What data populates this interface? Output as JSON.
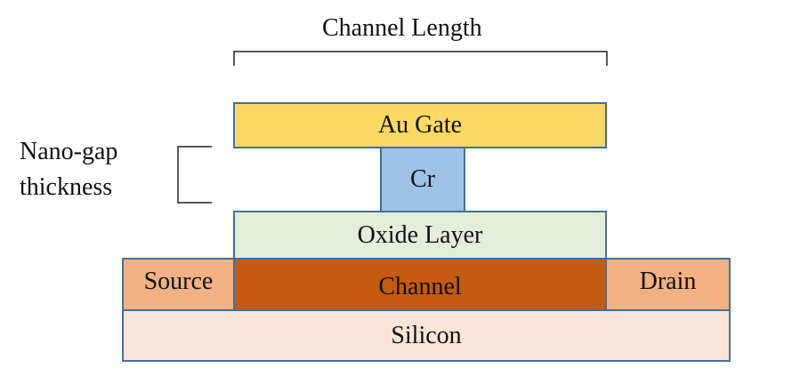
{
  "dimensions": {
    "channel_length": "Channel Length",
    "nano_gap_line1": "Nano-gap",
    "nano_gap_line2": "thickness"
  },
  "layers": {
    "au_gate": "Au Gate",
    "cr": "Cr",
    "oxide": "Oxide Layer",
    "source": "Source",
    "channel": "Channel",
    "drain": "Drain",
    "silicon": "Silicon"
  },
  "colors": {
    "au_gate": "#ffd966",
    "cr": "#9dc3e6",
    "oxide": "#e2efda",
    "source": "#f4b183",
    "channel": "#c55a11",
    "drain": "#f4b183",
    "silicon": "#fbe5d6",
    "outline": "#41719c"
  }
}
